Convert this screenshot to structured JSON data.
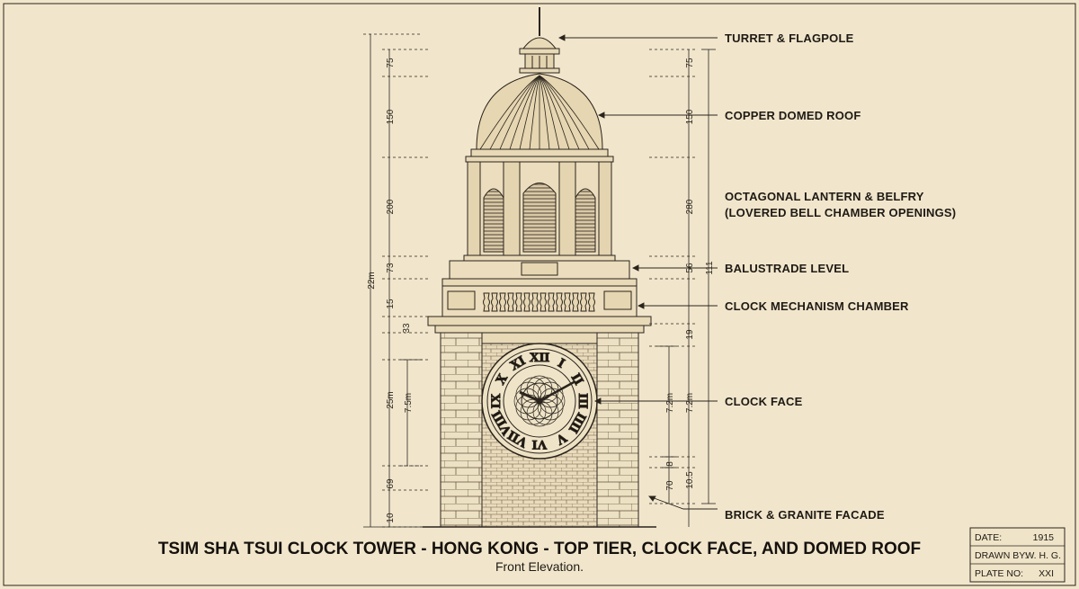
{
  "title": "TSIM SHA TSUI CLOCK TOWER - HONG KONG - TOP TIER, CLOCK FACE, AND DOMED ROOF",
  "subtitle": "Front Elevation.",
  "labels": {
    "turret": "TURRET & FLAGPOLE",
    "dome": "COPPER DOMED ROOF",
    "lantern_1": "OCTAGONAL LANTERN & BELFRY",
    "lantern_2": "(LOVERED BELL CHAMBER OPENINGS)",
    "balustrade": "BALUSTRADE LEVEL",
    "mechanism": "CLOCK MECHANISM CHAMBER",
    "clock_face": "CLOCK FACE",
    "facade": "BRICK & GRANITE FACADE"
  },
  "dimensions": {
    "left_outer": {
      "total": "22m",
      "bottom": "10"
    },
    "left_inner": [
      "75",
      "150",
      "200",
      "73",
      "15",
      "33",
      "25m",
      "7.5m",
      "69"
    ],
    "right_inner": [
      "75",
      "150",
      "280",
      "56",
      "19",
      "7.2m",
      "7.2m",
      "8",
      "10.5",
      "70"
    ],
    "right_outer": "111"
  },
  "clock_numerals": [
    "XII",
    "I",
    "II",
    "III",
    "IIII",
    "V",
    "VI",
    "VII",
    "VIII",
    "IX",
    "X",
    "XI"
  ],
  "title_block": {
    "date_label": "DATE:",
    "date_value": "1915",
    "drawn_label": "DRAWN BY:",
    "drawn_value": "W. H. G.",
    "plate_label": "PLATE NO:",
    "plate_value": "XXI"
  },
  "colors": {
    "paper": "#f1e6cc",
    "ink": "#1f1a14",
    "brick": "#e7d8b6"
  }
}
